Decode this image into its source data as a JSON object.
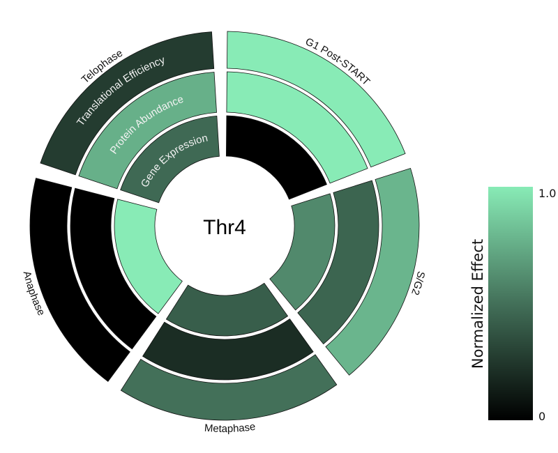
{
  "chart_data": {
    "type": "heatmap",
    "subtype": "radial",
    "center_label": "Thr4",
    "phases": [
      "G1 Post-START",
      "S/G2",
      "Metaphase",
      "Anaphase",
      "Telophase"
    ],
    "rings": [
      "Gene Expression",
      "Protein Abundance",
      "Translational Efficiency"
    ],
    "values": {
      "G1 Post-START": [
        0.0,
        1.0,
        1.0
      ],
      "S/G2": [
        0.6,
        0.45,
        0.78
      ],
      "Metaphase": [
        0.42,
        0.2,
        0.5
      ],
      "Anaphase": [
        1.0,
        0.0,
        0.0
      ],
      "Telophase": [
        0.47,
        0.76,
        0.27
      ]
    },
    "colorbar": {
      "title": "Normalized Effect",
      "min": 0,
      "max": 1.0,
      "min_label": "0",
      "max_label": "1.0",
      "colors": [
        "#000000",
        "#437059",
        "#88ebb6"
      ]
    }
  }
}
